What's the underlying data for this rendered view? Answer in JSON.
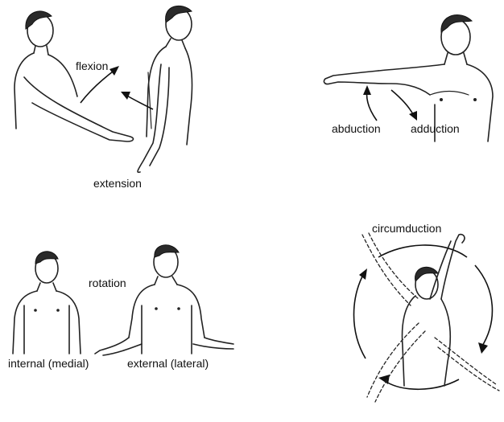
{
  "labels": {
    "flexion": "flexion",
    "extension": "extension",
    "abduction": "abduction",
    "adduction": "adduction",
    "rotation": "rotation",
    "internal": "internal (medial)",
    "external": "external (lateral)",
    "circumduction": "circumduction"
  }
}
